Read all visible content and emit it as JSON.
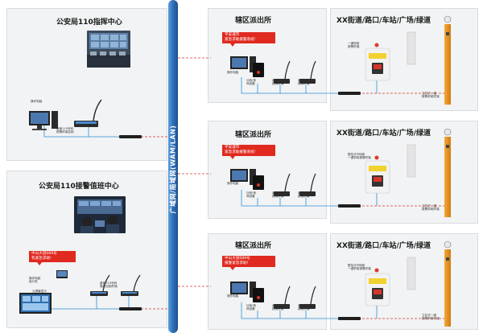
{
  "network": {
    "label": "广域网/局域网(WAM/LAN)",
    "color": "#2d6fb8"
  },
  "command_center": {
    "title": "公安局110指挥中心",
    "label_pc": "操作电脑",
    "label_console": "桌面110号码\n报警终端控制"
  },
  "duty_center": {
    "title": "公安局110接警值班中心",
    "callout": "中山大道089号\n有紧急求助!",
    "label_pc": "操作电脑\n接口机",
    "label_screen": "大屏幕显示",
    "label_console": "桌面110号码\n操作控制终端"
  },
  "stations": [
    {
      "title": "辖区派出所",
      "callout": "平安城市\n紧急求助报警系统!",
      "label_pc": "操作电脑",
      "label_amp": "功放/音\n响设备",
      "label_mic1": "桌面110号码\n报警终端",
      "label_mic2": "桌面控制台\n报警终端"
    },
    {
      "title": "辖区派出所",
      "callout": "平安城市\n紧急求助报警系统!",
      "label_pc": "操作电脑",
      "label_amp": "功放/音\n响设备",
      "label_mic1": "桌面110号码\n报警终端",
      "label_mic2": "桌面控制台\n报警终端"
    },
    {
      "title": "辖区派出所",
      "callout": "中山大道089号\n报警紧急求助!",
      "label_pc": "操作电脑",
      "label_amp": "功放/音\n响设备",
      "label_mic1": "桌面110号码\n报警终端",
      "label_mic2": "桌面控制台\n报警终端"
    }
  ],
  "streets": [
    {
      "title": "XX街道/路口/车站/广场/绿道",
      "label_box": "一键求助\n报警终端",
      "label_pole": "立柱式一键\n报警求助终端"
    },
    {
      "title": "XX街道/路口/车站/广场/绿道",
      "label_box": "壁挂式IP网络\n一键求助报警终端",
      "label_pole": "立柱式一键\n报警求助终端"
    },
    {
      "title": "XX街道/路口/车站/广场/绿道",
      "label_box": "壁挂式IP网络\n一键求助报警终端",
      "label_pole": "立柱式一键\n报警求助终端"
    }
  ]
}
